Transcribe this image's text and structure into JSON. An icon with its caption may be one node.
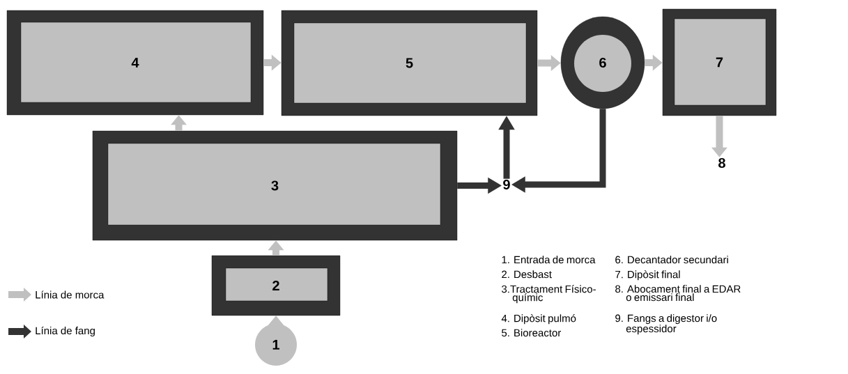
{
  "diagram": {
    "nodes": [
      {
        "text": [
          "4"
        ]
      },
      {
        "text": [
          "5"
        ]
      },
      {
        "text": [
          "6"
        ]
      },
      {
        "text": [
          "7"
        ]
      },
      {
        "text": [
          "8"
        ]
      },
      {
        "text": [
          "3"
        ]
      },
      {
        "text": [
          "9"
        ]
      },
      {
        "text": [
          "2"
        ]
      },
      {
        "text": [
          "1"
        ]
      }
    ],
    "edges": [
      {
        "from": 8,
        "to": 7,
        "arrow": "to"
      },
      {
        "from": 7,
        "to": 5,
        "arrow": "to"
      },
      {
        "from": 5,
        "to": 0,
        "arrow": "to"
      },
      {
        "from": 0,
        "to": 1,
        "arrow": "to"
      },
      {
        "from": 1,
        "to": 2,
        "arrow": "to"
      },
      {
        "from": 2,
        "to": 3,
        "arrow": "to"
      },
      {
        "from": 3,
        "to": 4,
        "arrow": "to"
      },
      {
        "from": 5,
        "to": 6,
        "arrow": "to",
        "color": "#333333"
      },
      {
        "from": 2,
        "to": 6,
        "arrow": "to",
        "color": "#333333"
      },
      {
        "from": 6,
        "to": 1,
        "arrow": "to",
        "color": "#333333"
      }
    ],
    "labels": [
      "1. Entrada de morca",
      "2. Desbast",
      "3.Tractament Físico-químic",
      "4. Dipòsit pulmó",
      "5. Bioreactor",
      "6. Decantador secundari",
      "7. Dipòsit final",
      "8. Abocament final a EDAR o emissari final",
      "9. Fangs a digestor i/o espessidor"
    ],
    "legend": [
      {
        "text": "Línia de morca",
        "color": "#c0c0c0"
      },
      {
        "text": "Línia de fang",
        "color": "#333333"
      }
    ]
  }
}
